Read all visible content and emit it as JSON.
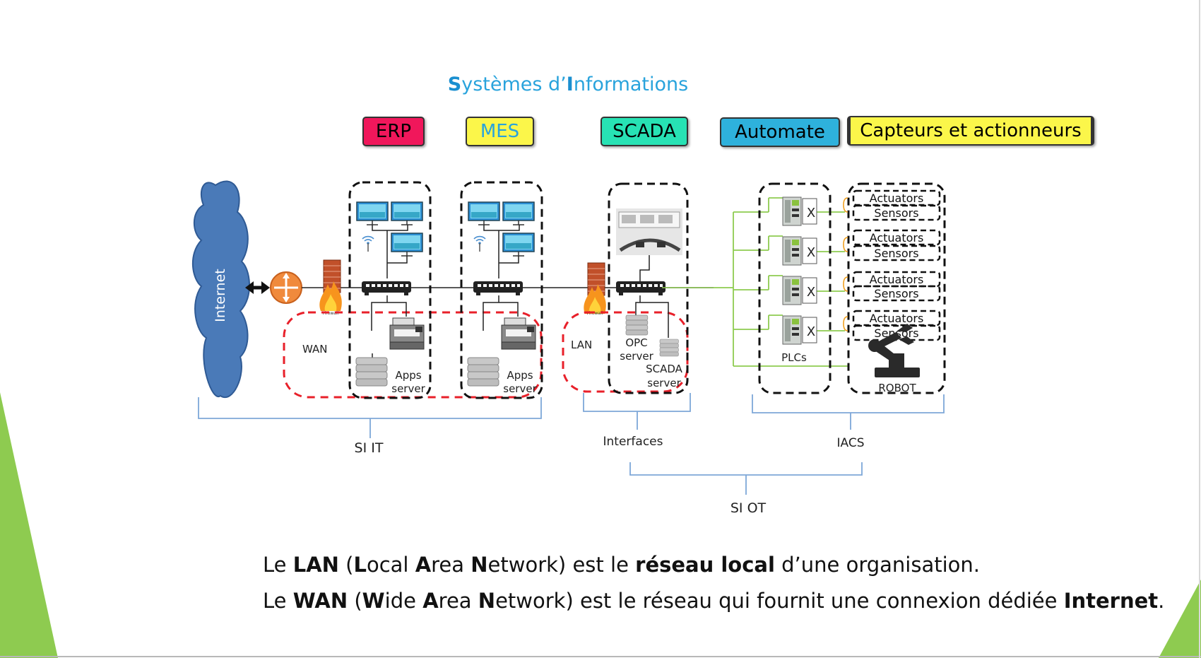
{
  "title": {
    "part1": "S",
    "part2": "ystèmes d’",
    "part3": "I",
    "part4": "nformations"
  },
  "tags": {
    "erp": {
      "label": "ERP",
      "color": "#f0175b"
    },
    "mes": {
      "label": "MES",
      "color": "#fbf64a",
      "text_color": "#29a3dc"
    },
    "scada": {
      "label": "SCADA",
      "color": "#27e2b4"
    },
    "automate": {
      "label": "Automate",
      "color": "#2eb1dc"
    },
    "capteurs": {
      "label": "Capteurs et actionneurs",
      "color": "#fbf64a"
    }
  },
  "diagram": {
    "internet": "Internet",
    "wan": "WAN",
    "lan": "LAN",
    "apps_server_1": "Apps",
    "apps_server_2": "server",
    "opc_server_1": "OPC",
    "opc_server_2": "server",
    "scada_server_1": "SCADA",
    "scada_server_2": "server",
    "plcs": "PLCs",
    "robot": "ROBOT",
    "actuators": "Actuators",
    "sensors": "Sensors",
    "plc_mark": "X",
    "firewall": "Firewall",
    "si_it": "SI IT",
    "interfaces": "Interfaces",
    "iacs": "IACS",
    "si_ot": "SI OT"
  },
  "captions": {
    "line1": {
      "a": "Le ",
      "b": "LAN",
      "c": " (",
      "d": "L",
      "e": "ocal ",
      "f": "A",
      "g": "rea ",
      "h": "N",
      "i": "etwork) est le ",
      "j": "réseau local",
      "k": " d’une organisation."
    },
    "line2": {
      "a": "Le ",
      "b": "WAN",
      "c": " (",
      "d": "W",
      "e": "ide ",
      "f": "A",
      "g": "rea ",
      "h": "N",
      "i": "etwork) est le réseau qui fournit une connexion dédiée ",
      "j": "Internet",
      "k": "."
    }
  },
  "colors": {
    "accent_green": "#8ecb50",
    "bracket_blue": "#7ea7d8",
    "wan_red": "#e8202a",
    "cloud_blue": "#4a7ab8"
  }
}
